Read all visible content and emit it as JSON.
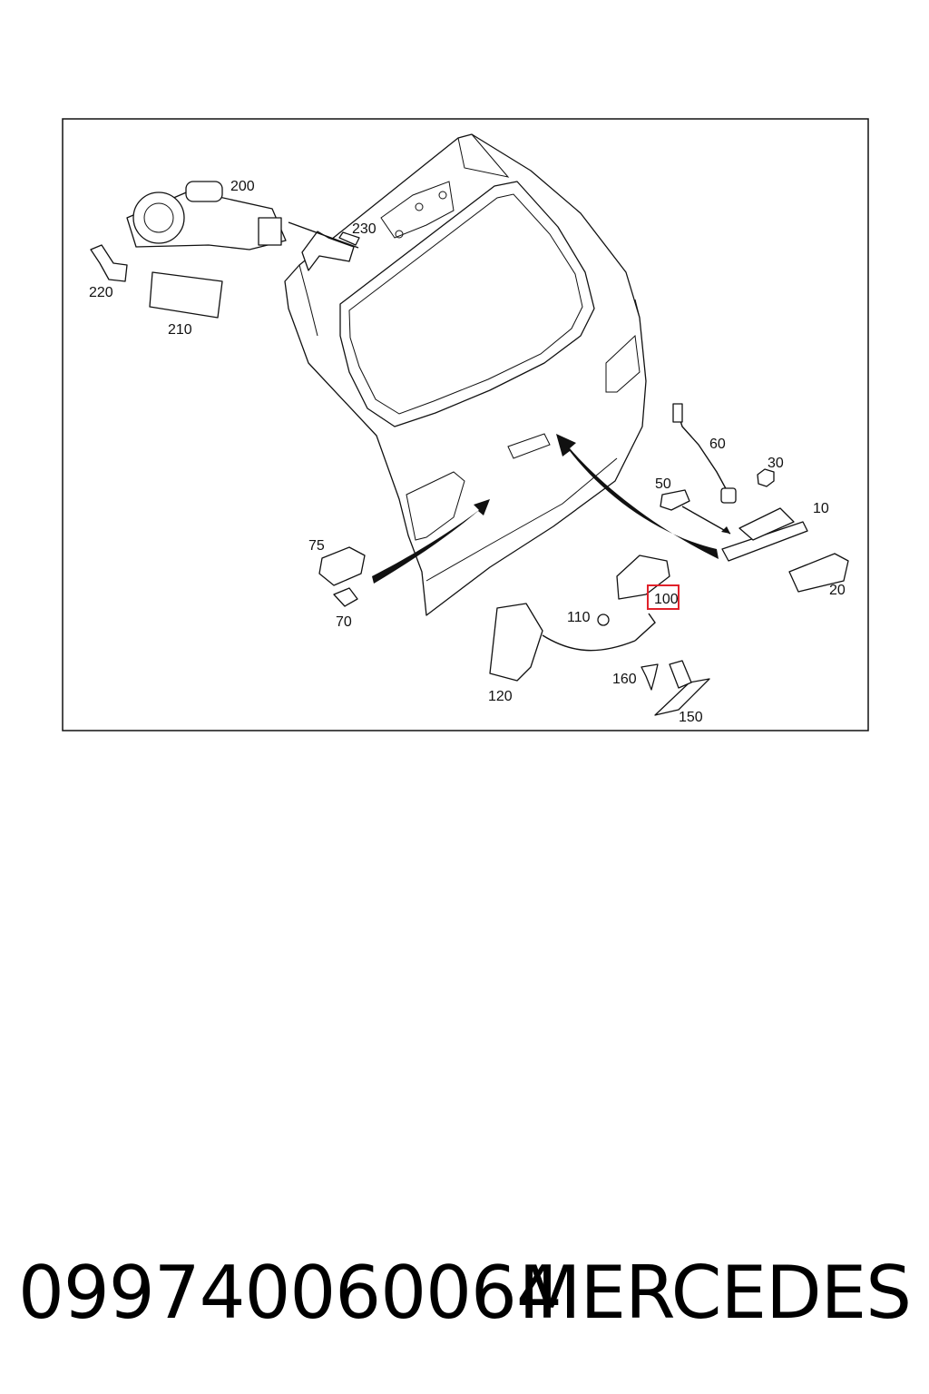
{
  "diagram": {
    "callouts": [
      "200",
      "230",
      "220",
      "210",
      "60",
      "30",
      "50",
      "10",
      "75",
      "70",
      "110",
      "100",
      "20",
      "120",
      "160",
      "150"
    ],
    "highlighted_callout": "100",
    "highlight_color": "#e0212a"
  },
  "footer": {
    "part_number": "099740060064",
    "brand": "MERCEDES"
  }
}
